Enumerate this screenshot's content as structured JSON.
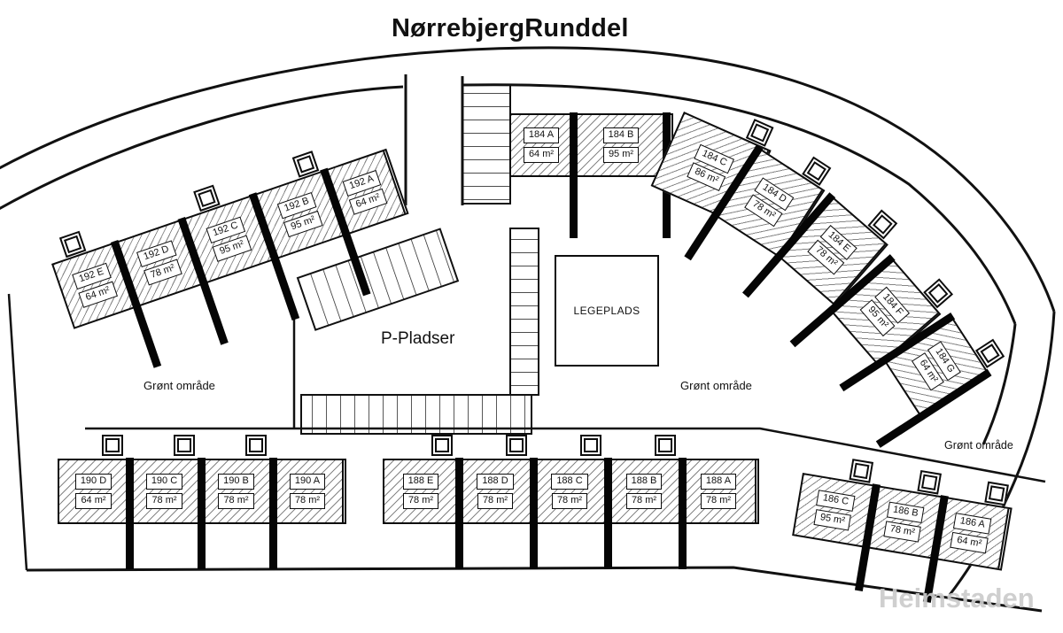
{
  "title": "NørrebjergRunddel",
  "watermark": "Heimstaden",
  "colors": {
    "ink": "#111111",
    "hatch": "#232323",
    "watermark": "#cbcbcb"
  },
  "areas": {
    "parking": "P-Pladser",
    "playground": "LEGEPLADS",
    "green_left": "Grønt område",
    "green_center_right": "Grønt område",
    "green_far_right": "Grønt område"
  },
  "blocks": {
    "b192": {
      "units": [
        {
          "name": "192 E",
          "area": "64 m²"
        },
        {
          "name": "192 D",
          "area": "78 m²"
        },
        {
          "name": "192 C",
          "area": "95 m²"
        },
        {
          "name": "192 B",
          "area": "95 m²"
        },
        {
          "name": "192 A",
          "area": "64 m²"
        }
      ]
    },
    "b184ab": {
      "units": [
        {
          "name": "184 A",
          "area": "64 m²"
        },
        {
          "name": "184 B",
          "area": "95 m²"
        }
      ]
    },
    "b184arc": {
      "units": [
        {
          "name": "184 C",
          "area": "86 m²"
        },
        {
          "name": "184 D",
          "area": "78 m²"
        },
        {
          "name": "184 E",
          "area": "78 m²"
        },
        {
          "name": "184 F",
          "area": "95 m²"
        },
        {
          "name": "184 G",
          "area": "64 m²"
        }
      ]
    },
    "b190": {
      "units": [
        {
          "name": "190 D",
          "area": "64 m²"
        },
        {
          "name": "190 C",
          "area": "78 m²"
        },
        {
          "name": "190 B",
          "area": "78 m²"
        },
        {
          "name": "190 A",
          "area": "78 m²"
        }
      ]
    },
    "b188": {
      "units": [
        {
          "name": "188 E",
          "area": "78 m²"
        },
        {
          "name": "188 D",
          "area": "78 m²"
        },
        {
          "name": "188 C",
          "area": "78 m²"
        },
        {
          "name": "188 B",
          "area": "78 m²"
        },
        {
          "name": "188 A",
          "area": "78 m²"
        }
      ]
    },
    "b186": {
      "units": [
        {
          "name": "186 C",
          "area": "95 m²"
        },
        {
          "name": "186 B",
          "area": "78 m²"
        },
        {
          "name": "186 A",
          "area": "64 m²"
        }
      ]
    }
  }
}
